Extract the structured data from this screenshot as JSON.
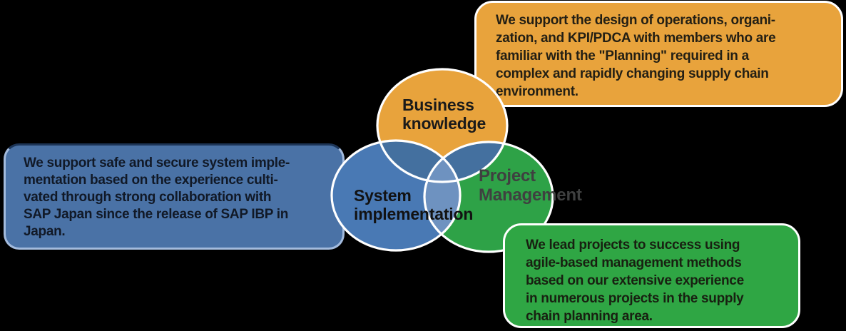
{
  "background_color": "#000000",
  "venn": {
    "outline_color": "#FFFFFF",
    "circles": [
      {
        "label": "Business\nknowledge",
        "fill": "#E8A33C",
        "label_color": "#1A1A1A"
      },
      {
        "label": "System\nimplementation",
        "fill": "#4979B4",
        "label_color": "#121212"
      },
      {
        "label": "Project\nManagement",
        "fill": "#2EA247",
        "label_color": "#3F4040"
      }
    ],
    "overlap_colors": {
      "business_system": "#44709F",
      "business_project": "#44709F",
      "system_project": "#6E92C0",
      "center": "#6E92C0"
    }
  },
  "callouts": [
    {
      "id": "business-knowledge",
      "fill": "#E8A33C",
      "border": "#FFFFFF",
      "text": "We support the design of operations, organi-\nzation, and KPI/PDCA with members who are\nfamiliar with the \"Planning\" required in a\ncomplex and rapidly changing supply chain\nenvironment."
    },
    {
      "id": "system-implementation",
      "fill": "#4A72A6",
      "border": "#A3BBDD",
      "text": "We support safe and secure system imple-\nmentation based on the experience culti-\nvated through strong collaboration with\nSAP Japan since the release of SAP IBP in\nJapan."
    },
    {
      "id": "project-management",
      "fill": "#2FA644",
      "border": "#FFFFFF",
      "text": "We lead projects to success using\nagile-based management methods\nbased on our extensive experience\nin numerous projects in the supply\nchain planning area."
    }
  ]
}
